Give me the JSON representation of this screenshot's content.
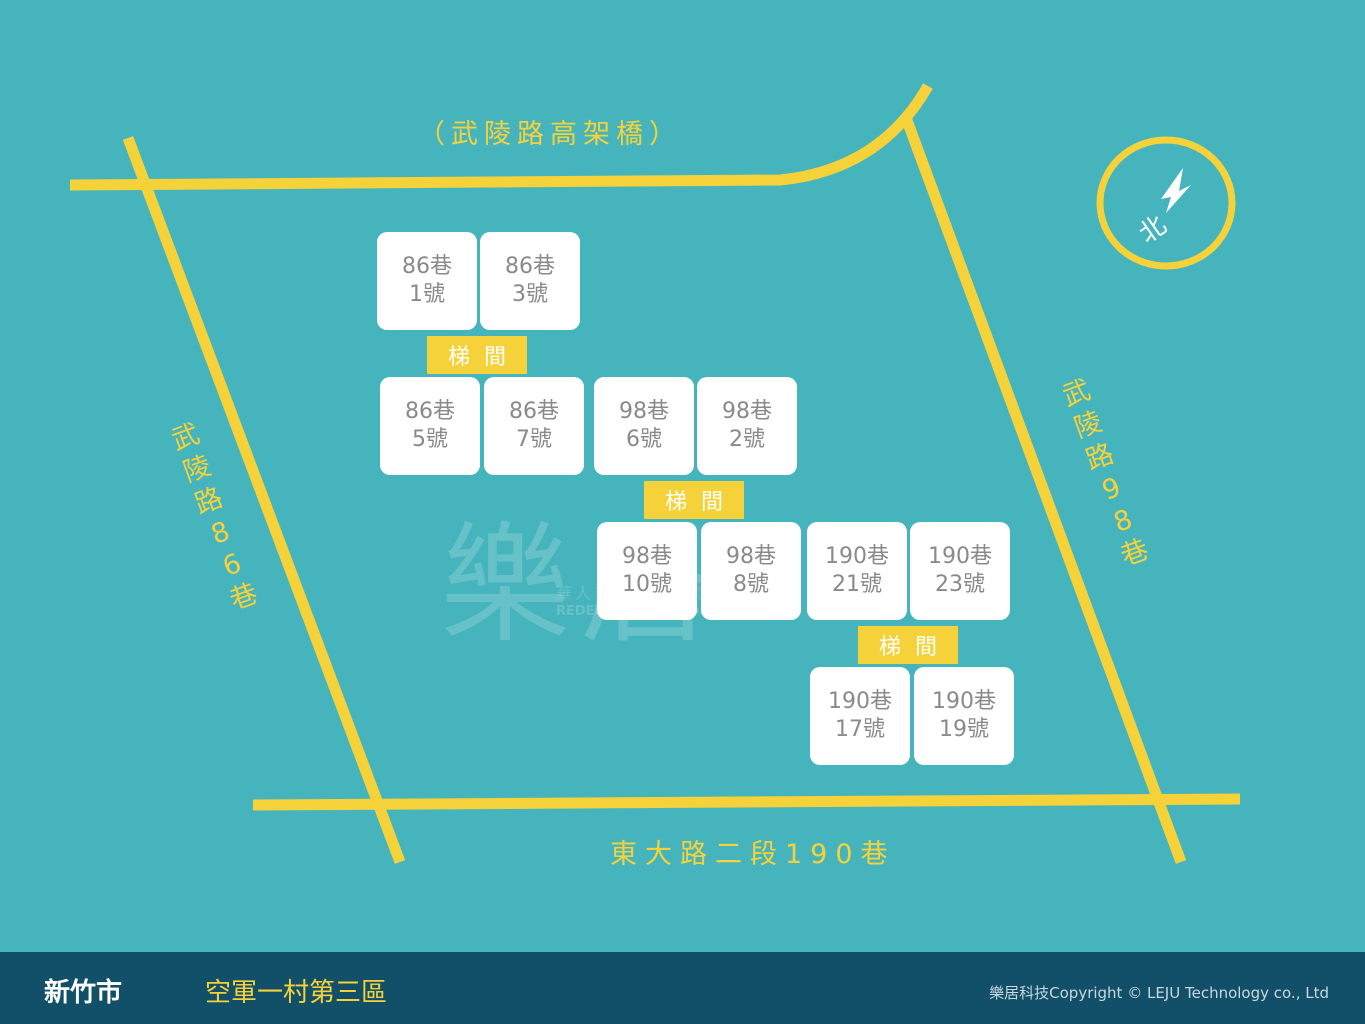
{
  "roads": {
    "top": "（武陵路高架橋）",
    "left": "武陵路86巷",
    "right": "武陵路98巷",
    "bottom": "東大路二段190巷"
  },
  "compass": {
    "label": "北"
  },
  "units": [
    {
      "lane": "86巷",
      "no": "1號"
    },
    {
      "lane": "86巷",
      "no": "3號"
    },
    {
      "lane": "86巷",
      "no": "5號"
    },
    {
      "lane": "86巷",
      "no": "7號"
    },
    {
      "lane": "98巷",
      "no": "6號"
    },
    {
      "lane": "98巷",
      "no": "2號"
    },
    {
      "lane": "98巷",
      "no": "10號"
    },
    {
      "lane": "98巷",
      "no": "8號"
    },
    {
      "lane": "190巷",
      "no": "21號"
    },
    {
      "lane": "190巷",
      "no": "23號"
    },
    {
      "lane": "190巷",
      "no": "17號"
    },
    {
      "lane": "190巷",
      "no": "19號"
    }
  ],
  "stairs": [
    "梯間",
    "梯間",
    "梯間"
  ],
  "watermark": {
    "logo": "樂居",
    "slogan": "華人首選房地產資訊網",
    "tagline": "REDEFINE YOUR HOME VALUE"
  },
  "footer": {
    "city": "新竹市",
    "community": "空軍一村第三區",
    "copyright": "樂居科技Copyright © LEJU Technology co., Ltd"
  },
  "colors": {
    "background": "#45b4bc",
    "road": "#f6d23a",
    "footer": "#124f69",
    "unit": "#ffffff"
  }
}
